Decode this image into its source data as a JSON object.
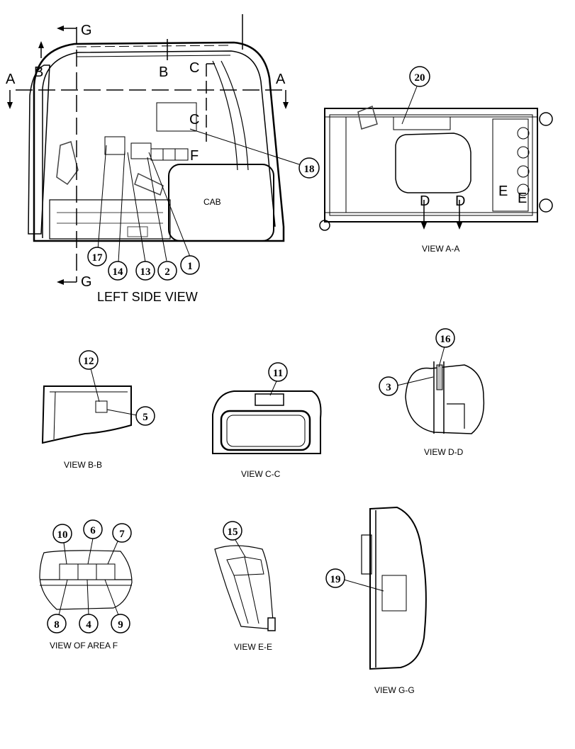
{
  "colors": {
    "ink": "#000000",
    "paper": "#ffffff",
    "shade": "#bfbfbf"
  },
  "views": {
    "left_side": "LEFT SIDE VIEW",
    "a_a": "VIEW A-A",
    "b_b": "VIEW B-B",
    "c_c": "VIEW C-C",
    "d_d": "VIEW D-D",
    "area_f": "VIEW OF AREA F",
    "e_e": "VIEW E-E",
    "g_g": "VIEW G-G"
  },
  "labels": {
    "cab": "CAB"
  },
  "section_marks": {
    "a": "A",
    "b": "B",
    "c": "C",
    "d": "D",
    "e": "E",
    "f": "F",
    "g": "G"
  },
  "callouts": {
    "n1": "1",
    "n2": "2",
    "n3": "3",
    "n4": "4",
    "n5": "5",
    "n6": "6",
    "n7": "7",
    "n8": "8",
    "n9": "9",
    "n10": "10",
    "n11": "11",
    "n12": "12",
    "n13": "13",
    "n14": "14",
    "n15": "15",
    "n16": "16",
    "n17": "17",
    "n18": "18",
    "n19": "19",
    "n20": "20"
  }
}
